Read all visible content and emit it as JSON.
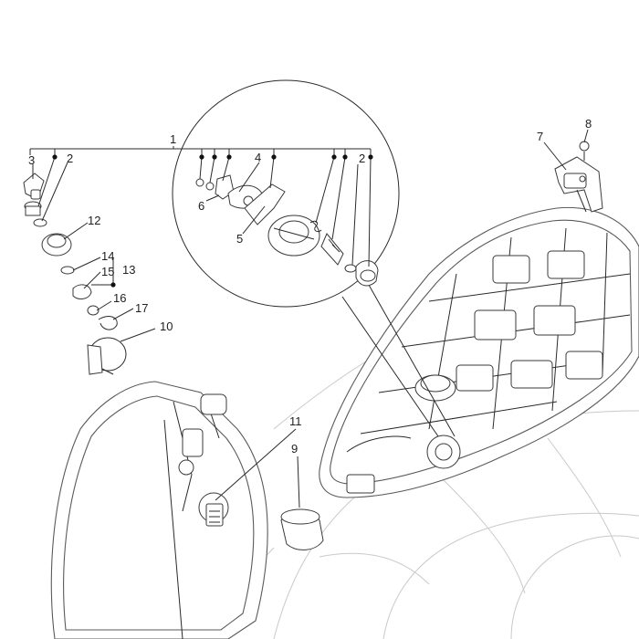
{
  "callouts": {
    "c1": "1",
    "c2a": "2",
    "c2b": "2",
    "c3": "3",
    "c4": "4",
    "c5": "5",
    "c6": "6",
    "c7": "7",
    "c8": "8",
    "c9": "9",
    "c10": "10",
    "c11": "11",
    "c12": "12",
    "c13": "13",
    "c14": "14",
    "c15": "15",
    "c16": "16",
    "c17": "17"
  }
}
